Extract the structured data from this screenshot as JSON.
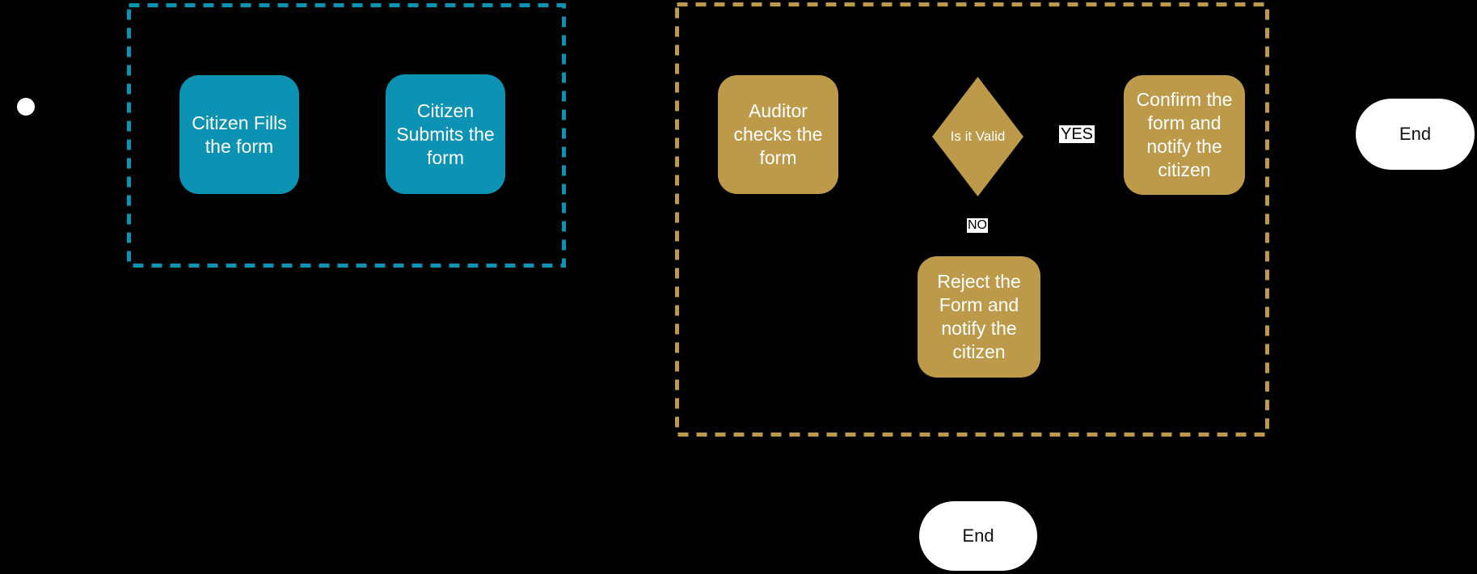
{
  "colors": {
    "background": "#000000",
    "teal": "#0c93b3",
    "gold": "#bd9a49",
    "white": "#ffffff"
  },
  "nodes": {
    "citizen_fills": {
      "label": "Citizen Fills\nthe form"
    },
    "citizen_submits": {
      "label": "Citizen\nSubmits the\nform"
    },
    "auditor_checks": {
      "label": "Auditor\nchecks the\nform"
    },
    "is_it_valid": {
      "label": "Is it Valid"
    },
    "confirm_form": {
      "label": "Confirm the\nform and\nnotify the\ncitizen"
    },
    "reject_form": {
      "label": "Reject the\nForm and\nnotify the\ncitizen"
    },
    "end_right": {
      "label": "End"
    },
    "end_bottom": {
      "label": "End"
    }
  },
  "edge_labels": {
    "yes": "YES",
    "no": "NO"
  }
}
